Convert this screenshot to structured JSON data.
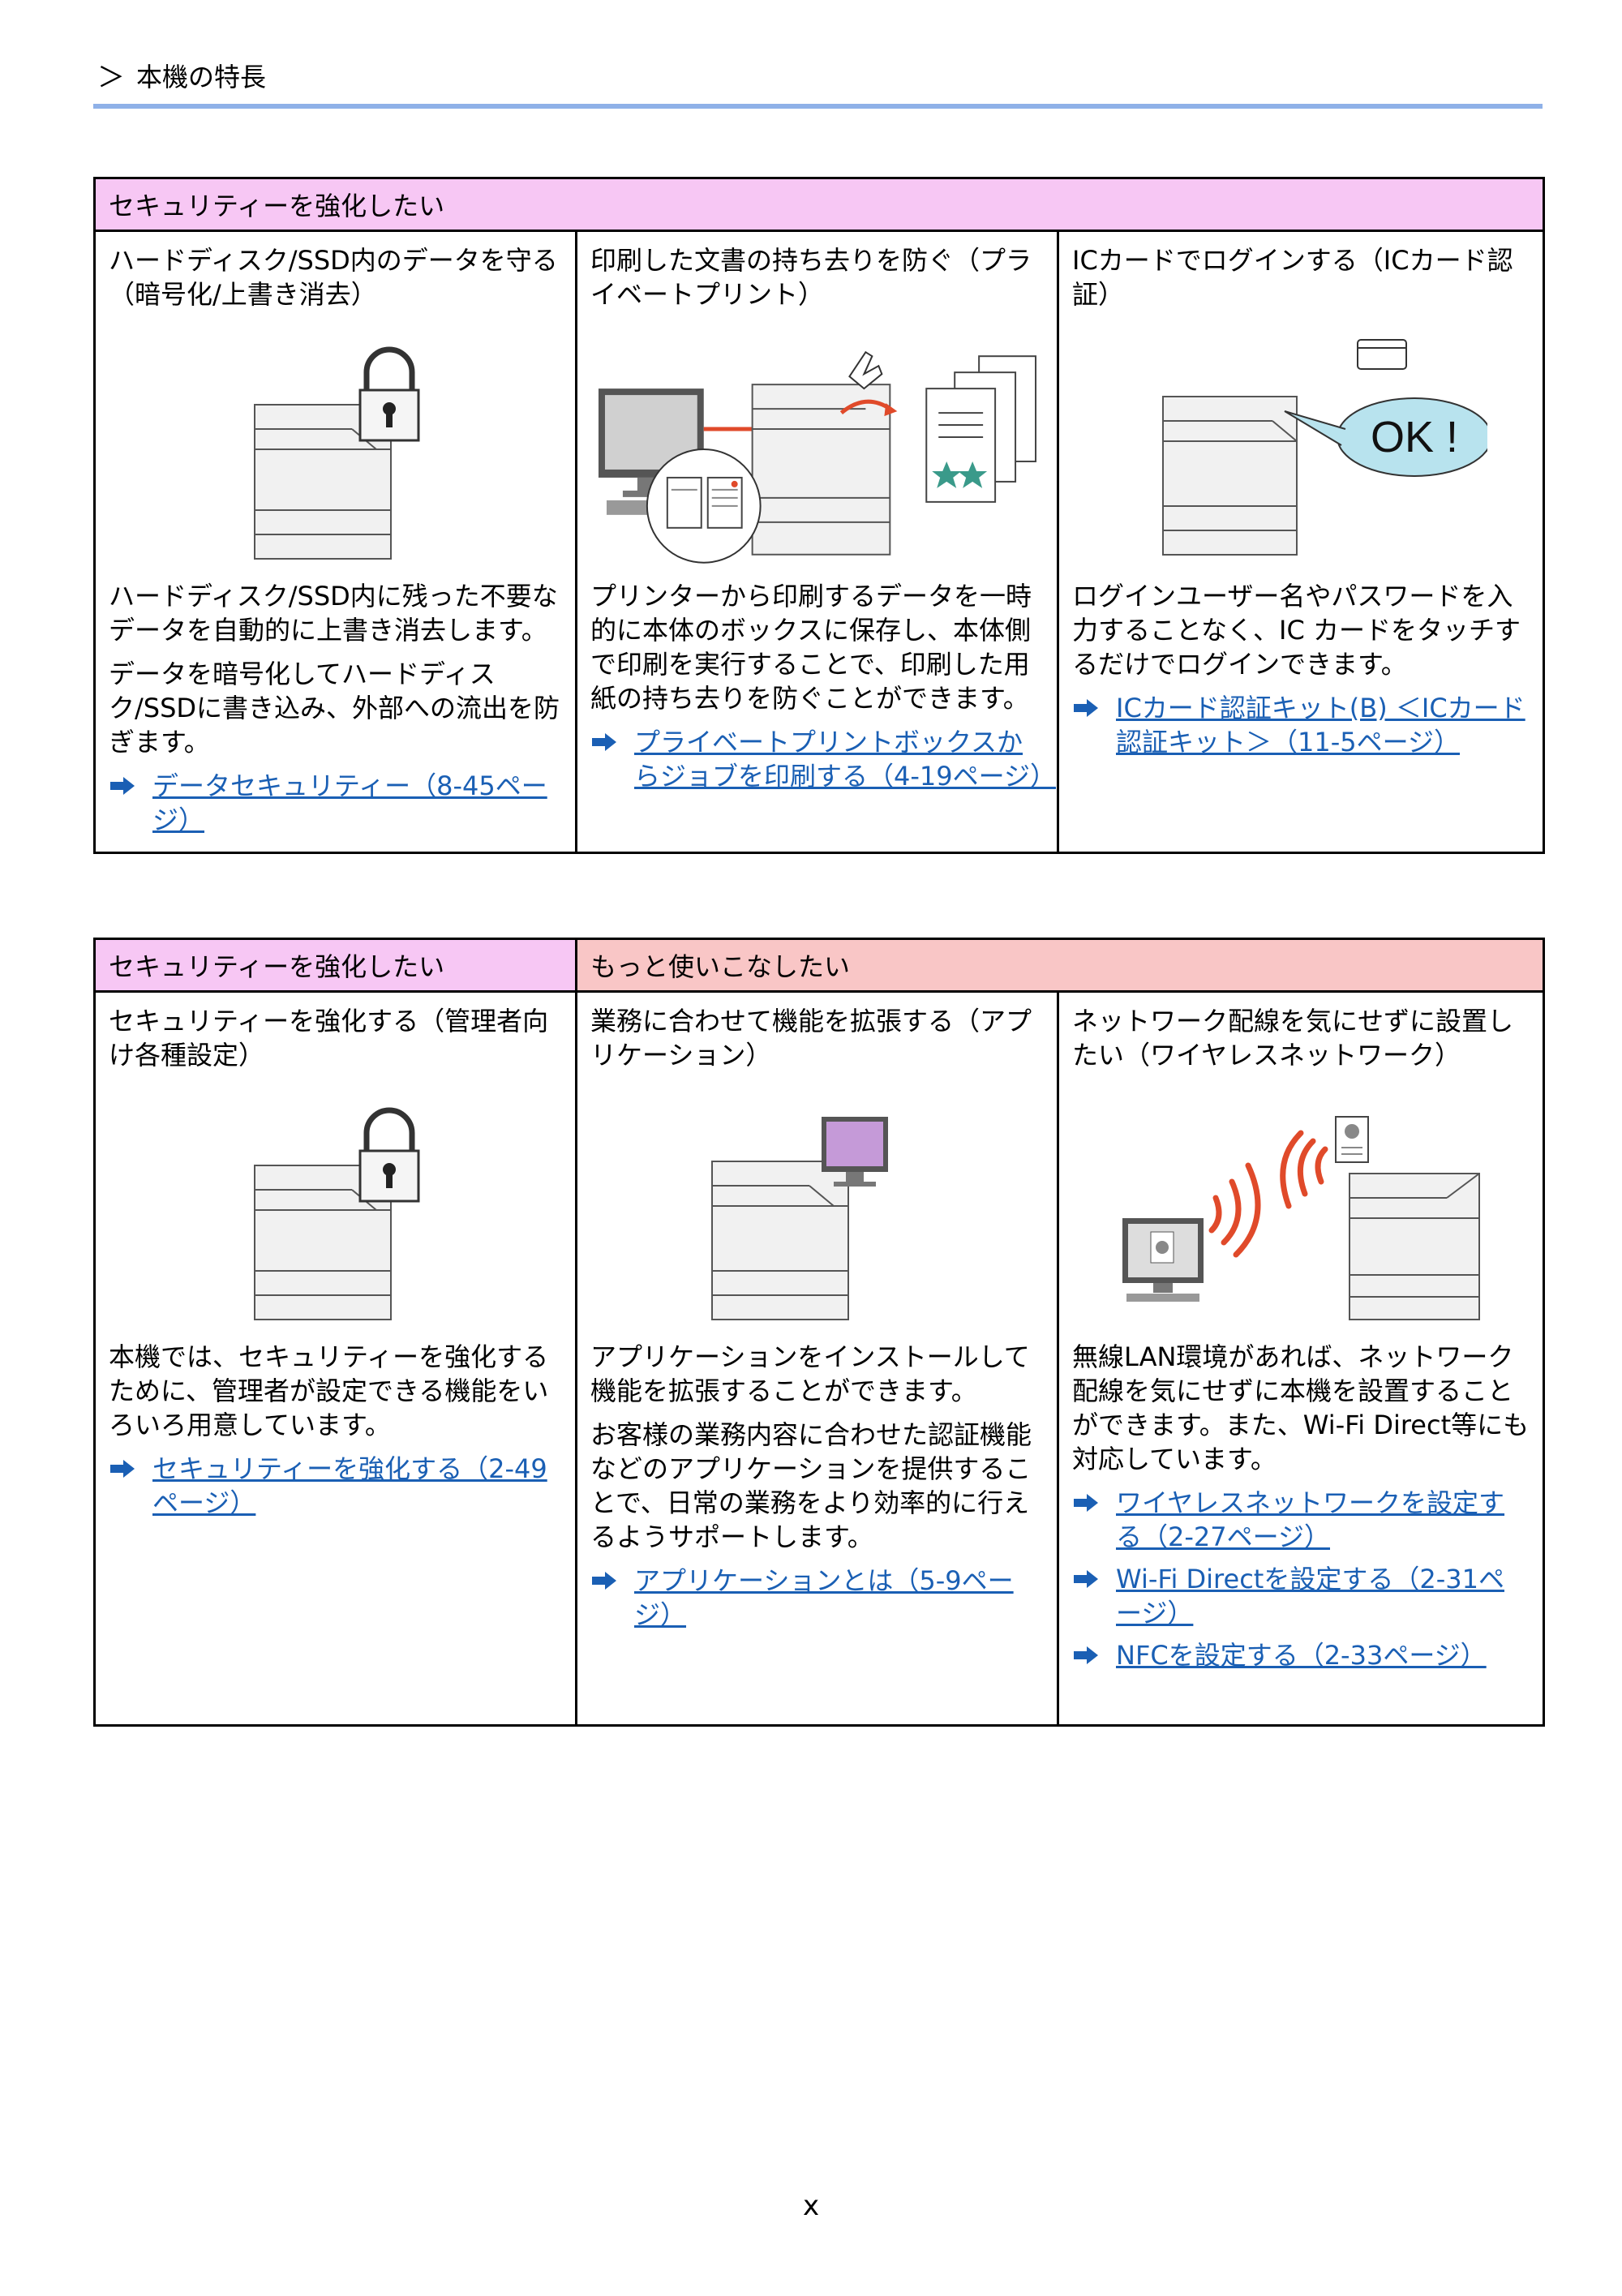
{
  "breadcrumb": "本機の特長",
  "page_footer": "x",
  "table1": {
    "header": "セキュリティーを強化したい",
    "cells": [
      {
        "title": "ハードディスク/SSD内のデータを守る（暗号化/上書き消去）",
        "paragraphs": [
          "ハードディスク/SSD内に残った不要なデータを自動的に上書き消去します。",
          "データを暗号化してハードディスク/SSDに書き込み、外部への流出を防ぎます。"
        ],
        "links": [
          "データセキュリティー（8-45ページ）"
        ]
      },
      {
        "title": "印刷した文書の持ち去りを防ぐ（プライベートプリント）",
        "paragraphs": [
          "プリンターから印刷するデータを一時的に本体のボックスに保存し、本体側で印刷を実行することで、印刷した用紙の持ち去りを防ぐことができます。"
        ],
        "links": [
          "プライベートプリントボックスからジョブを印刷する（4-19ページ）"
        ]
      },
      {
        "title": "ICカードでログインする（ICカード認証）",
        "ok_text": "OK !",
        "paragraphs": [
          "ログインユーザー名やパスワードを入力することなく、IC カードをタッチするだけでログインできます。"
        ],
        "links": [
          "ICカード認証キット(B) ＜ICカード認証キット＞（11-5ページ）"
        ]
      }
    ]
  },
  "table2": {
    "header_left": "セキュリティーを強化したい",
    "header_right": "もっと使いこなしたい",
    "cells": [
      {
        "title": "セキュリティーを強化する（管理者向け各種設定）",
        "paragraphs": [
          "本機では、セキュリティーを強化するために、管理者が設定できる機能をいろいろ用意しています。"
        ],
        "links": [
          "セキュリティーを強化する（2-49ページ）"
        ]
      },
      {
        "title": "業務に合わせて機能を拡張する（アプリケーション）",
        "paragraphs": [
          "アプリケーションをインストールして機能を拡張することができます。",
          "お客様の業務内容に合わせた認証機能などのアプリケーションを提供することで、日常の業務をより効率的に行えるようサポートします。"
        ],
        "links": [
          "アプリケーションとは（5-9ページ）"
        ]
      },
      {
        "title": "ネットワーク配線を気にせずに設置したい（ワイヤレスネットワーク）",
        "paragraphs": [
          "無線LAN環境があれば、ネットワーク配線を気にせずに本機を設置することができます。また、Wi-Fi Direct等にも対応しています。"
        ],
        "links": [
          "ワイヤレスネットワークを設定する（2-27ページ）",
          "Wi-Fi Directを設定する（2-31ページ）",
          "NFCを設定する（2-33ページ）"
        ]
      }
    ]
  },
  "colors": {
    "header_pink": "#f7c7f4",
    "header_rose": "#f9c6c6",
    "link": "#1a5fb4",
    "rule": "#8fb1e8"
  }
}
